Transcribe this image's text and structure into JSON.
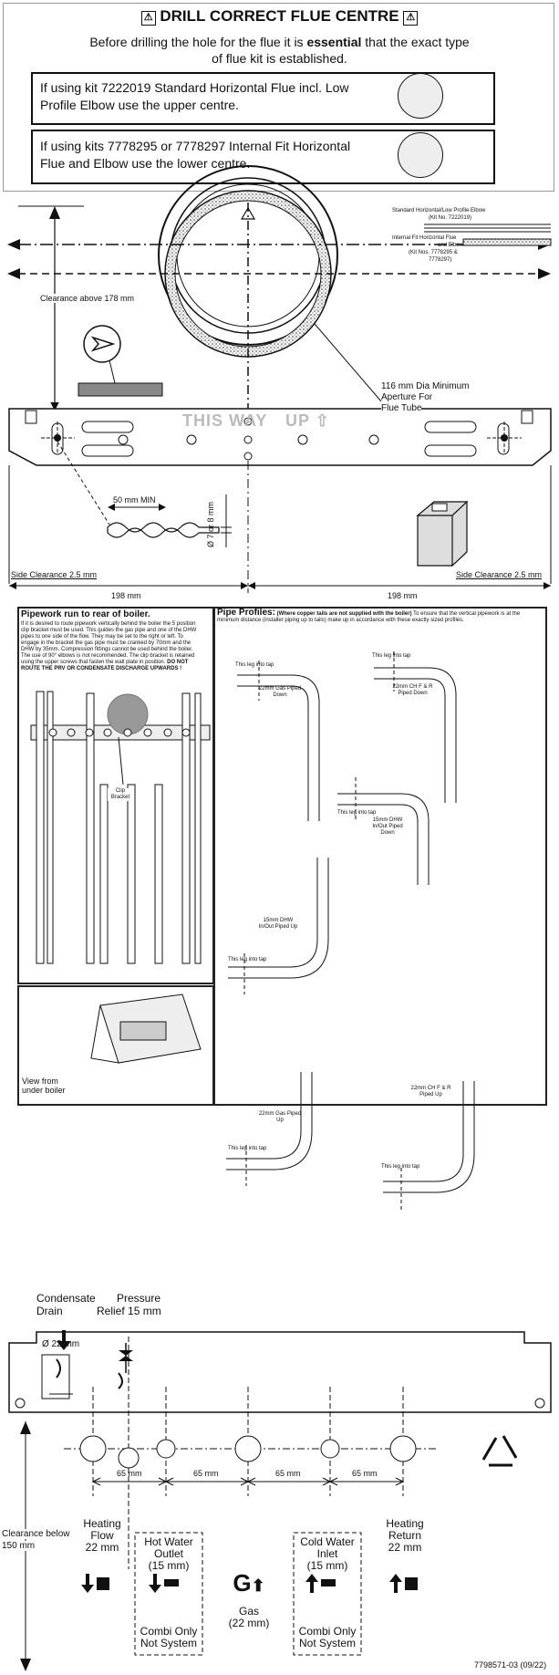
{
  "header": {
    "title": "DRILL CORRECT FLUE CENTRE",
    "intro_pre": "Before drilling the hole for the flue it is",
    "intro_bold": "essential",
    "intro_post": "that the exact type",
    "intro_line2": "of flue kit is established.",
    "kit1_line1": "If using kit 7222019 Standard Horizontal Flue incl. Low",
    "kit1_line2": "Profile Elbow use the upper centre.",
    "kit2_line1": "If using kits 7778295 or 7778297 Internal Fit Horizontal",
    "kit2_line2": "Flue and Elbow use the lower centre."
  },
  "legend": {
    "std_line1": "Standard Horizontal/Low Profile Elbow",
    "std_line2": "(Kit No. 7222019)",
    "int_line1": "Internal Fit Horizontal Flue",
    "int_line2": "and Elbow",
    "int_line3": "(Kit Nos. 7778295 &",
    "int_line4": "7778297)"
  },
  "flue": {
    "clearance_above": "Clearance above 178 mm",
    "aperture_line1": "116 mm Dia Minimum",
    "aperture_line2": "Aperture For",
    "aperture_line3": "Flue Tube",
    "this_way_up": "THIS WAY",
    "up": "UP",
    "min_50": "50 mm MIN",
    "drill": "Ø 7 or 8 mm",
    "side_left": "Side Clearance 2.5 mm",
    "side_right": "Side Clearance 2.5 mm",
    "dim_left": "198 mm",
    "dim_right": "198 mm"
  },
  "pipework": {
    "title": "Pipework run to rear of boiler.",
    "body": "If it is desired to route pipework vertically behind the boiler the 5 position clip bracket must be used. This guides the gas pipe and one of the DHW pipes to one side of the flow. They may be set to the right or left. To engage in the bracket the gas pipe must be cranked by 70mm and the DHW by 35mm. Compression fittings cannot be used behind the boiler. The use of 90° elbows is not recommended. The clip bracket is retained using the upper screws that fasten the wall plate in position.",
    "warning": "DO NOT ROUTE THE PRV OR CONDENSATE DISCHARGE UPWARDS !",
    "clip": "Clip Bracket",
    "view": "View from under boiler"
  },
  "profiles": {
    "title": "Pipe Profiles:",
    "subtitle": "(Where copper tails are not supplied with the boiler)",
    "body": "To ensure that the vertical pipework is at the minimum distance (installer piping up to tails) make up in accordance with these exactly sized profiles.",
    "gas_down": "22mm Gas Piped Down",
    "cf_down": "22mm CH F & R Piped Down",
    "dhw_down": "15mm DHW In/Out Piped Down",
    "dhw_up": "15mm DHW In/Out Piped Up",
    "gas_up": "22mm Gas Piped Up",
    "cf_up": "22mm CH F & R Piped Up",
    "leg": "This leg into tap"
  },
  "bottom": {
    "condensate_line1": "Condensate",
    "condensate_line2": "Drain",
    "prv_line1": "Pressure",
    "prv_line2": "Relief 15 mm",
    "dia22": "Ø 22 mm",
    "clearance_below_line1": "Clearance below",
    "clearance_below_line2": "150 mm",
    "d65": "65 mm",
    "heating_flow": [
      "Heating",
      "Flow",
      "22 mm"
    ],
    "hot_water": [
      "Hot Water",
      "Outlet",
      "(15 mm)"
    ],
    "gas": [
      "Gas",
      "(22 mm)"
    ],
    "cold_water": [
      "Cold Water",
      "Inlet",
      "(15 mm)"
    ],
    "heating_return": [
      "Heating",
      "Return",
      "22 mm"
    ],
    "combi_line1": "Combi Only",
    "combi_line2": "Not System",
    "code": "7798571-03 (09/22)"
  }
}
